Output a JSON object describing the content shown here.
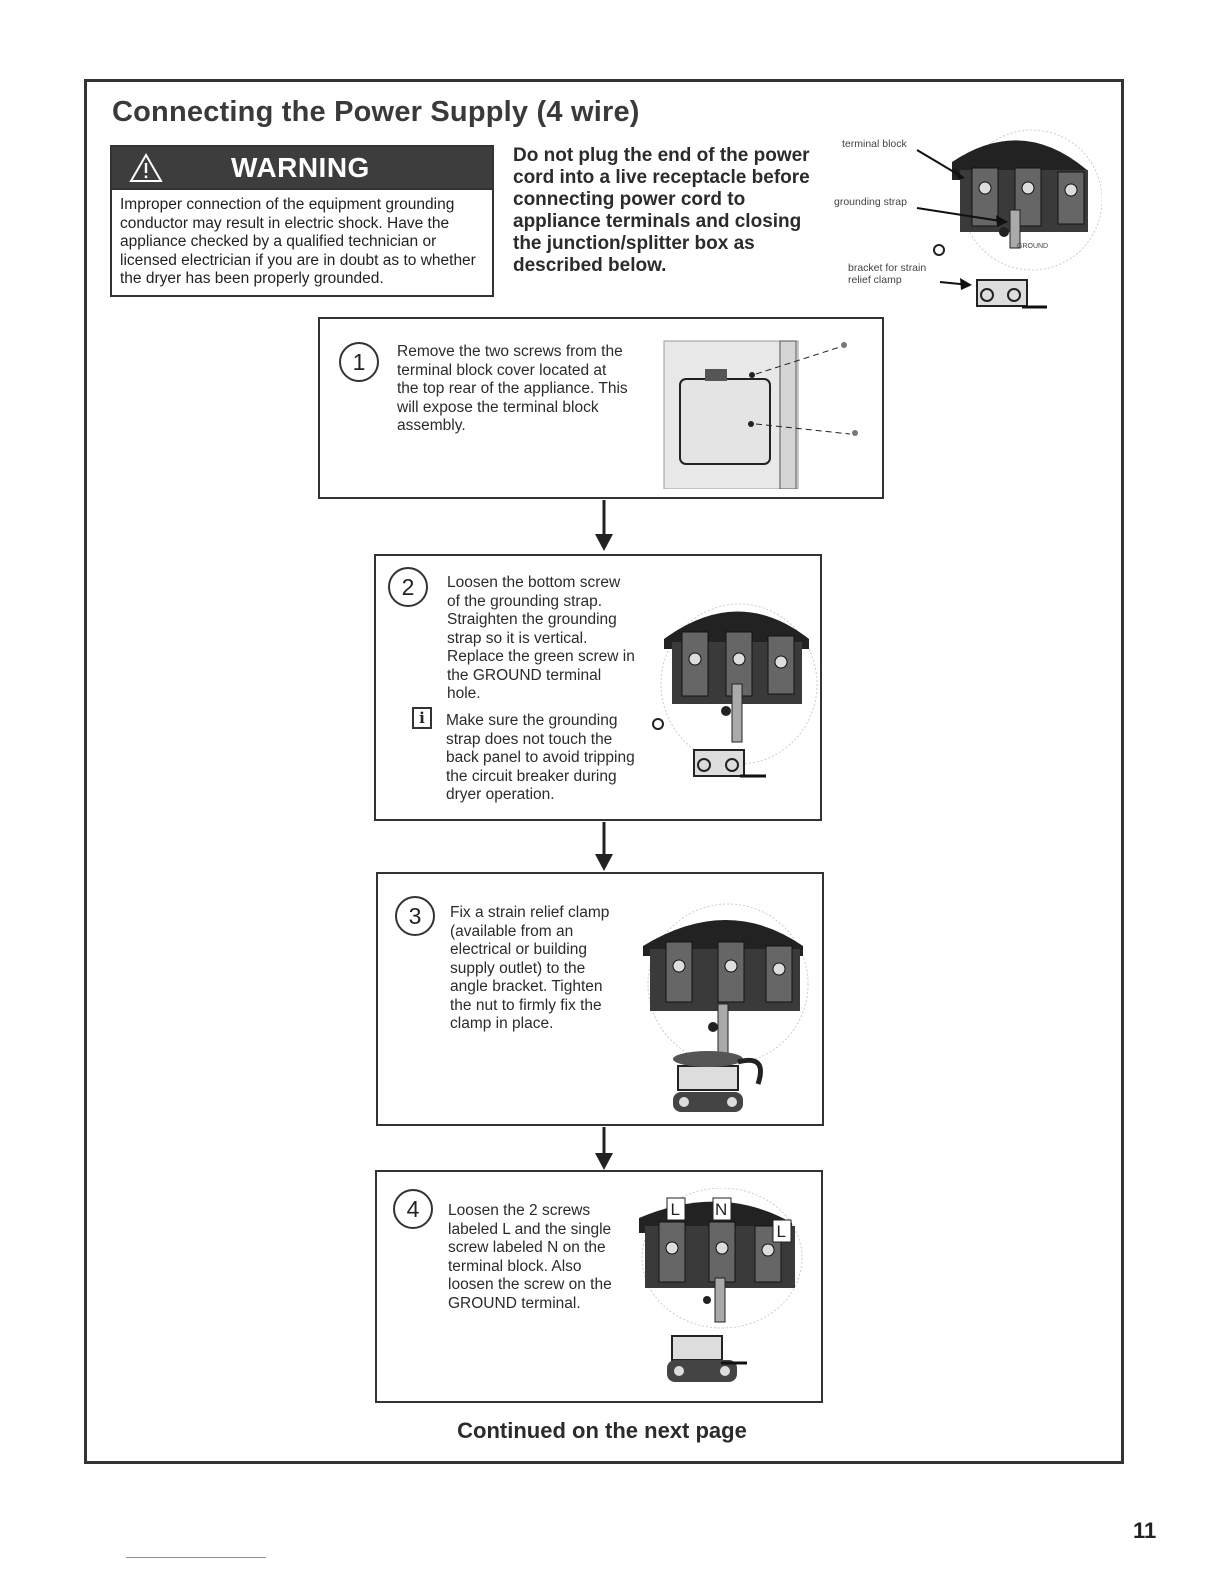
{
  "title": "Connecting the Power Supply  (4 wire)",
  "warning": {
    "label": "WARNING",
    "text": "Improper connection of the equipment grounding conductor may result in electric shock. Have the appliance checked by a qualified technician or licensed electrician if you are in doubt as to whether the dryer has been properly grounded."
  },
  "caution": "Do not plug the end of the power cord into a live receptacle before connecting power cord to appliance terminals and closing the junction/splitter box as described below.",
  "diagram_labels": {
    "terminal_block": "terminal block",
    "grounding_strap": "grounding strap",
    "bracket": "bracket for strain relief clamp",
    "ground": "GROUND"
  },
  "steps": [
    {
      "number": "1",
      "text": "Remove the two screws from the terminal block cover located at the top rear of the appliance. This will expose the terminal block assembly."
    },
    {
      "number": "2",
      "text": "Loosen the bottom screw of the grounding strap. Straighten the grounding strap so it is vertical. Replace the green screw in the GROUND terminal hole.",
      "info_icon": "i",
      "note": "Make sure the grounding strap does not touch the back panel to avoid tripping the circuit breaker during dryer operation."
    },
    {
      "number": "3",
      "text": "Fix a strain relief clamp (available from an electrical or building supply outlet) to the angle bracket. Tighten the nut to firmly fix the clamp in place."
    },
    {
      "number": "4",
      "text": "Loosen the 2 screws labeled L and the single screw labeled N on the terminal block. Also loosen the screw on the GROUND terminal.",
      "terminal_labels": [
        "L",
        "N",
        "L"
      ]
    }
  ],
  "continued": "Continued on the next page",
  "page_number": "11",
  "icons": {
    "warning": "warning-triangle-icon",
    "info": "info-icon",
    "arrow": "down-arrow-icon"
  }
}
